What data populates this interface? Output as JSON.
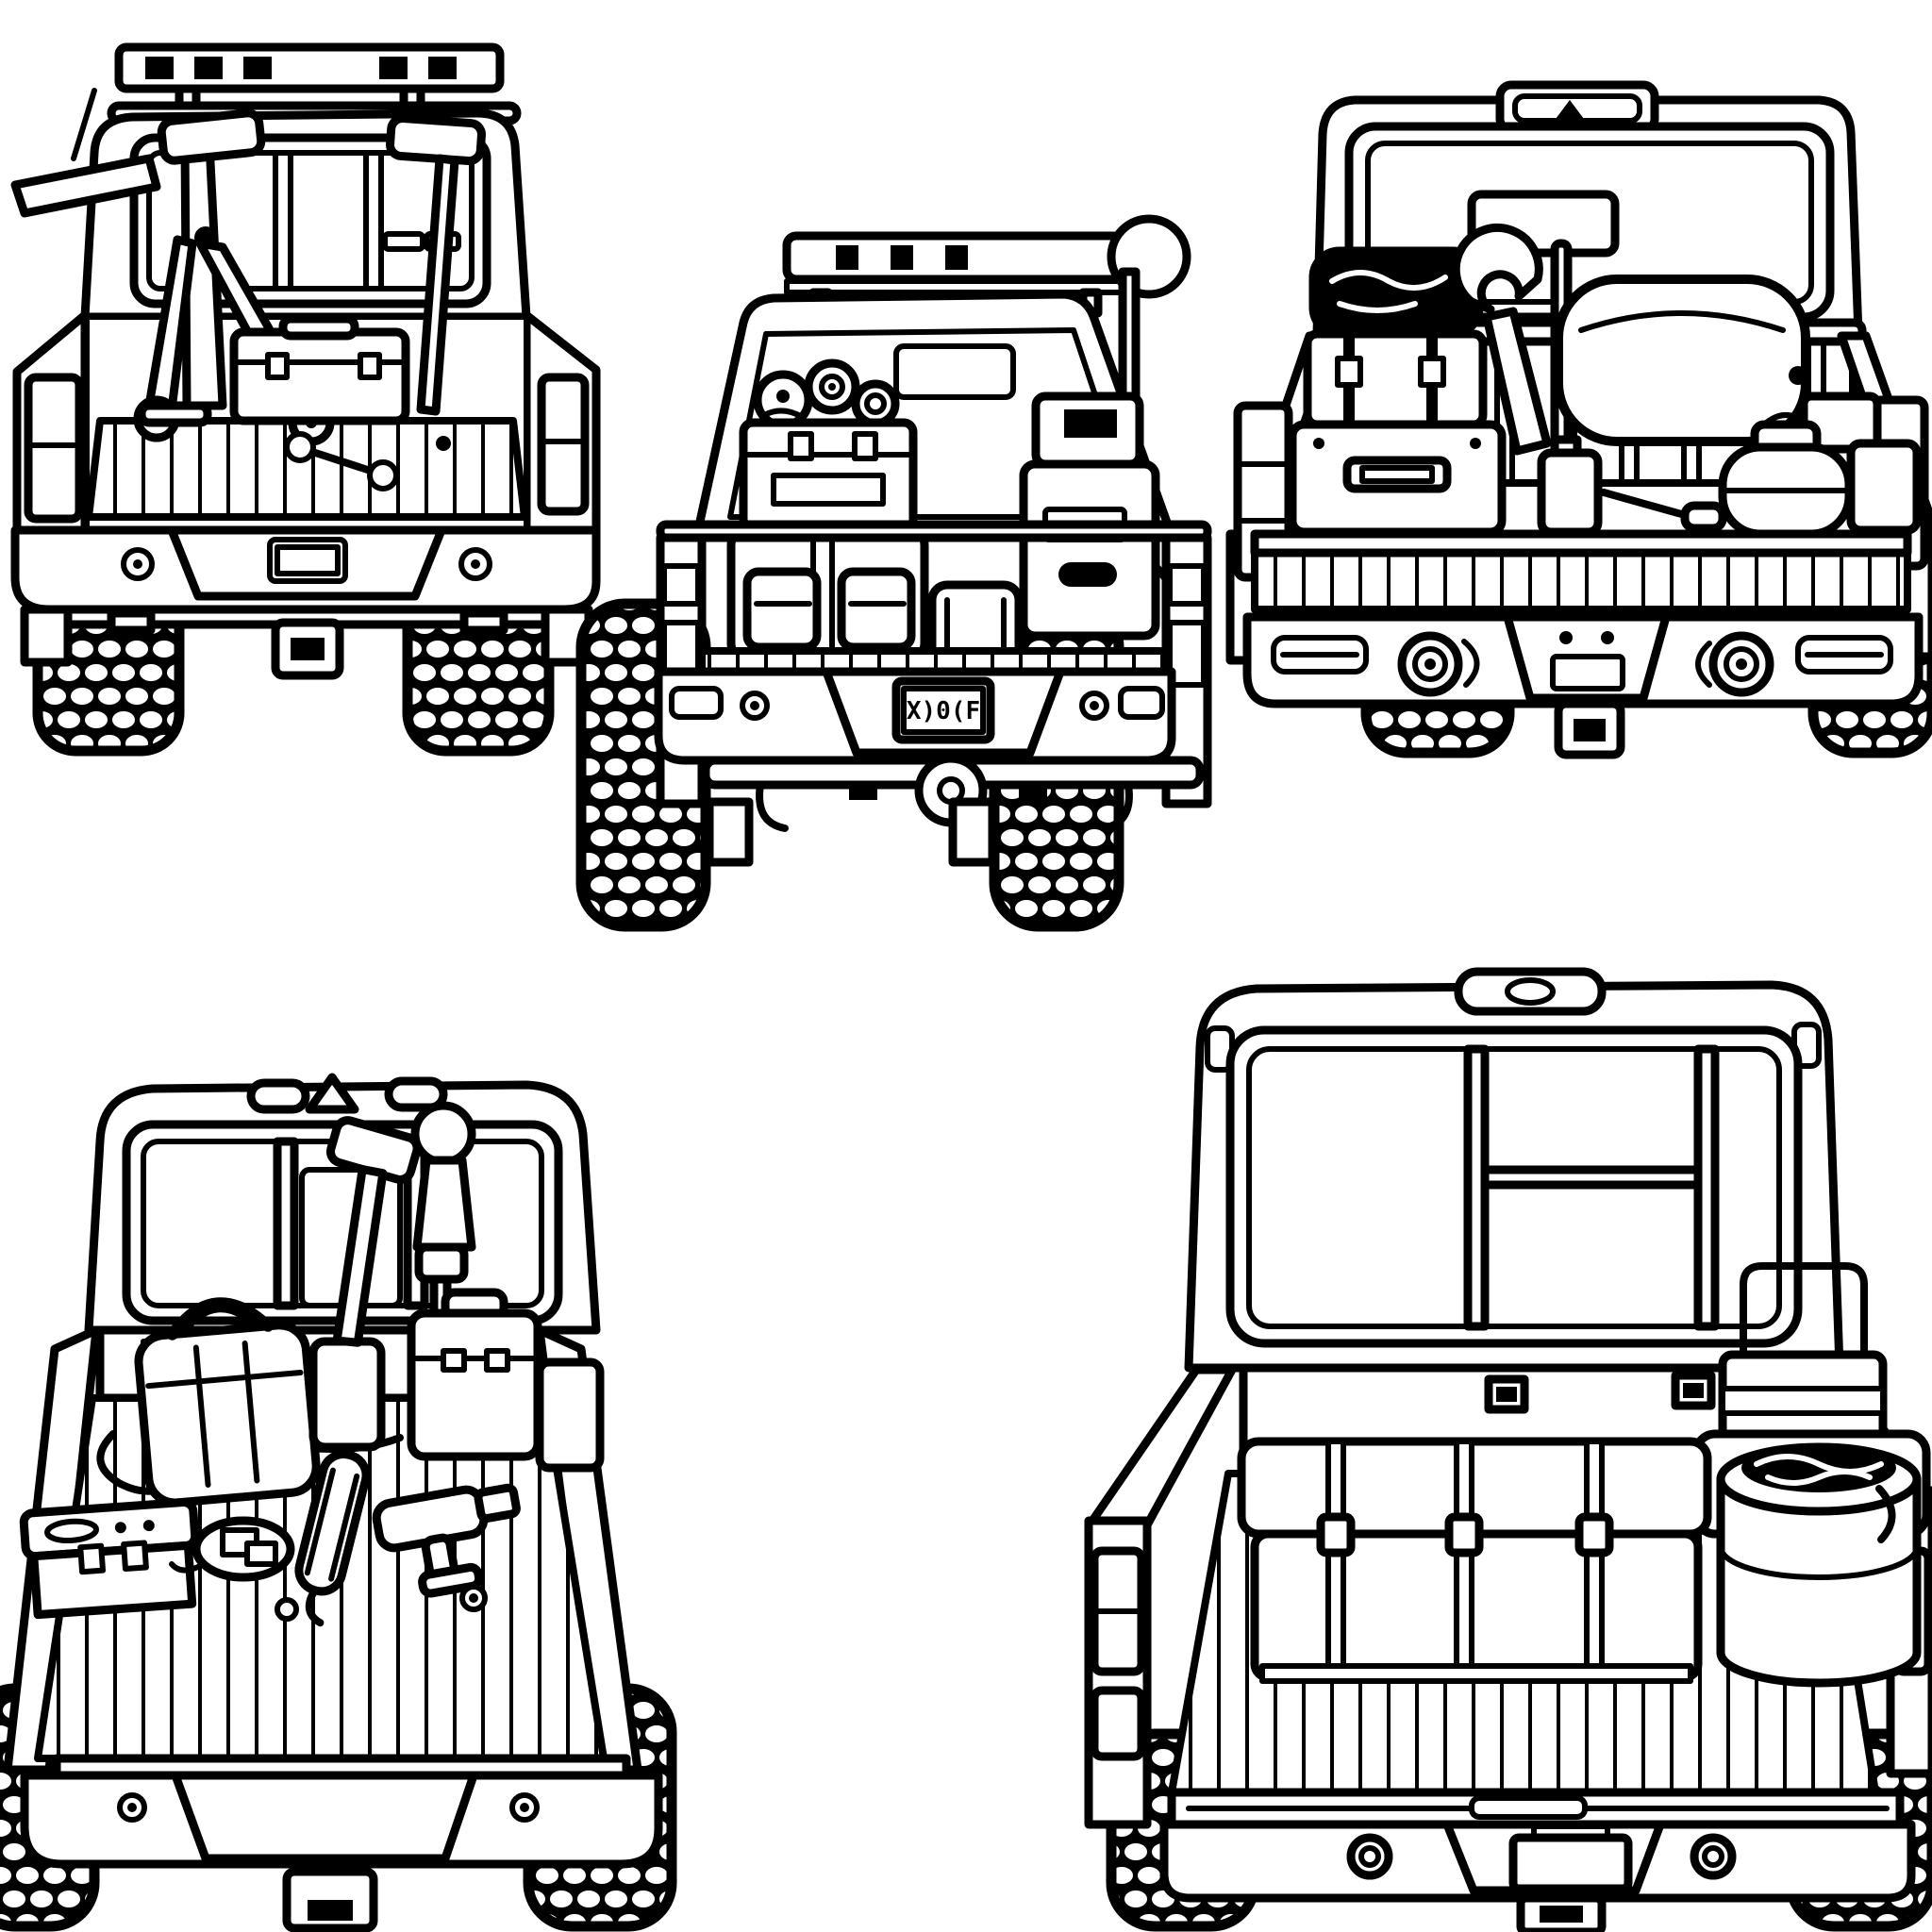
{
  "page": {
    "type": "line-art-coloring-page",
    "background_color": "#ffffff",
    "line_color": "#000000",
    "subject": "Five rear-view pickup trucks with open beds loaded with tools and gear",
    "layout": {
      "top_row": [
        "truck-top-left",
        "truck-top-center",
        "truck-top-right"
      ],
      "bottom_row": [
        "truck-bottom-left",
        "truck-bottom-right"
      ]
    }
  },
  "figures": [
    {
      "id": "truck-top-left",
      "view": "rear",
      "position": "top-left",
      "features": [
        "segmented-roof-rack",
        "divided-rear-window",
        "vertical-tail-lights",
        "step-bumper",
        "tow-hitch",
        "knobby-off-road-tires",
        "mud-flaps"
      ],
      "cargo": [
        "lifting-jack-with-wheels",
        "sledgehammer",
        "toolbox",
        "hand-tools"
      ]
    },
    {
      "id": "truck-top-center",
      "view": "rear",
      "position": "top-center",
      "license_plate": "X)0(F",
      "features": [
        "roof-rack-with-round-beacon",
        "open-rear-hatch",
        "dome-light",
        "lifted-suspension",
        "exposed-axle",
        "mud-flaps",
        "knobby-off-road-tires",
        "license-plate"
      ],
      "cargo": [
        "soccer-ball",
        "rolled-cans",
        "latched-trunk-case",
        "duffel-bag-with-pockets",
        "folding-seat",
        "radio-sprayer-tank-with-antenna-and-hose"
      ]
    },
    {
      "id": "truck-top-right",
      "view": "rear",
      "position": "top-right",
      "features": [
        "third-brake-light",
        "large-rear-window",
        "slatted-bed-wall",
        "lowered-tailgate",
        "chrome-step-bumper",
        "round-fog-lights",
        "segmented-tail-lights",
        "tow-hitch",
        "knobby-off-road-tires"
      ],
      "cargo": [
        "soft-tool-bag",
        "strap-case",
        "toolbox-with-handle",
        "large-wrench",
        "rounded-cooler",
        "storage-box",
        "round-canister-bag",
        "jug",
        "screwdriver"
      ]
    },
    {
      "id": "truck-bottom-left",
      "view": "rear",
      "position": "bottom-left",
      "features": [
        "three-pane-rear-window",
        "triple-cab-roof-lights",
        "angled-bed-rails",
        "plank-bed-floor",
        "step-bumper",
        "tow-hitch",
        "knobby-off-road-tires"
      ],
      "cargo": [
        "cooler-bag-with-handle",
        "coiled-hose",
        "toolbox",
        "rubber-mallet",
        "spray-gun",
        "paint-roller",
        "power-drill",
        "storage-cases",
        "strap-buckle-pad"
      ]
    },
    {
      "id": "truck-bottom-right",
      "view": "rear",
      "position": "bottom-right",
      "features": [
        "three-pane-rear-window",
        "oval-third-brake-light",
        "plank-bed-floor",
        "two-segment-tail-lights",
        "step-bumper-with-round-sensors",
        "license-plate-bracket",
        "tow-hitch",
        "knobby-off-road-tires"
      ],
      "cargo": [
        "strapped-trunk-case",
        "round-cooler-with-rope-coil",
        "storage-box",
        "tall-carry-box-with-handle"
      ]
    }
  ]
}
